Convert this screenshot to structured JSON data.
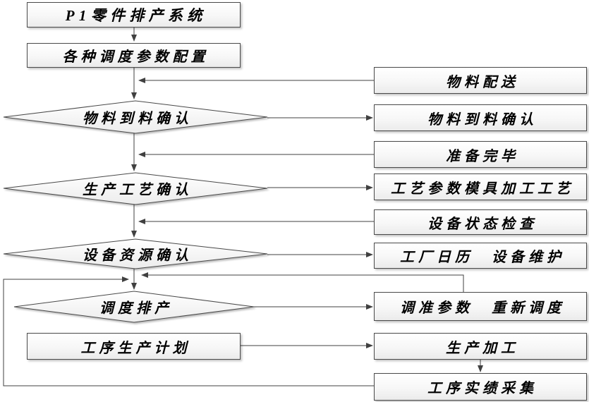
{
  "nodes": {
    "p1_system": {
      "label": "P1零件排产系统"
    },
    "param_config": {
      "label": "各种调度参数配置"
    },
    "material_diamond": {
      "label": "物料到料确认"
    },
    "process_diamond": {
      "label": "生产工艺确认"
    },
    "equipment_diamond": {
      "label": "设备资源确认"
    },
    "schedule_diamond": {
      "label": "调度排产"
    },
    "process_plan": {
      "label": "工序生产计划"
    },
    "material_delivery": {
      "label": "物料配送"
    },
    "material_confirm": {
      "label": "物料到料确认"
    },
    "ready_done": {
      "label": "准备完毕"
    },
    "process_params": {
      "label": "工艺参数模具加工工艺"
    },
    "equipment_check": {
      "label": "设备状态检查"
    },
    "factory_calendar": {
      "label": "工厂日历　设备维护"
    },
    "adjust_params": {
      "label": "调准参数　重新调度"
    },
    "production": {
      "label": "生产加工"
    },
    "result_collect": {
      "label": "工序实绩采集"
    }
  },
  "colors": {
    "line": "#404040",
    "box_border": "#4a4a4a",
    "box_fill_top": "#ffffff",
    "box_fill_bottom": "#ebebeb",
    "text": "#000000"
  }
}
